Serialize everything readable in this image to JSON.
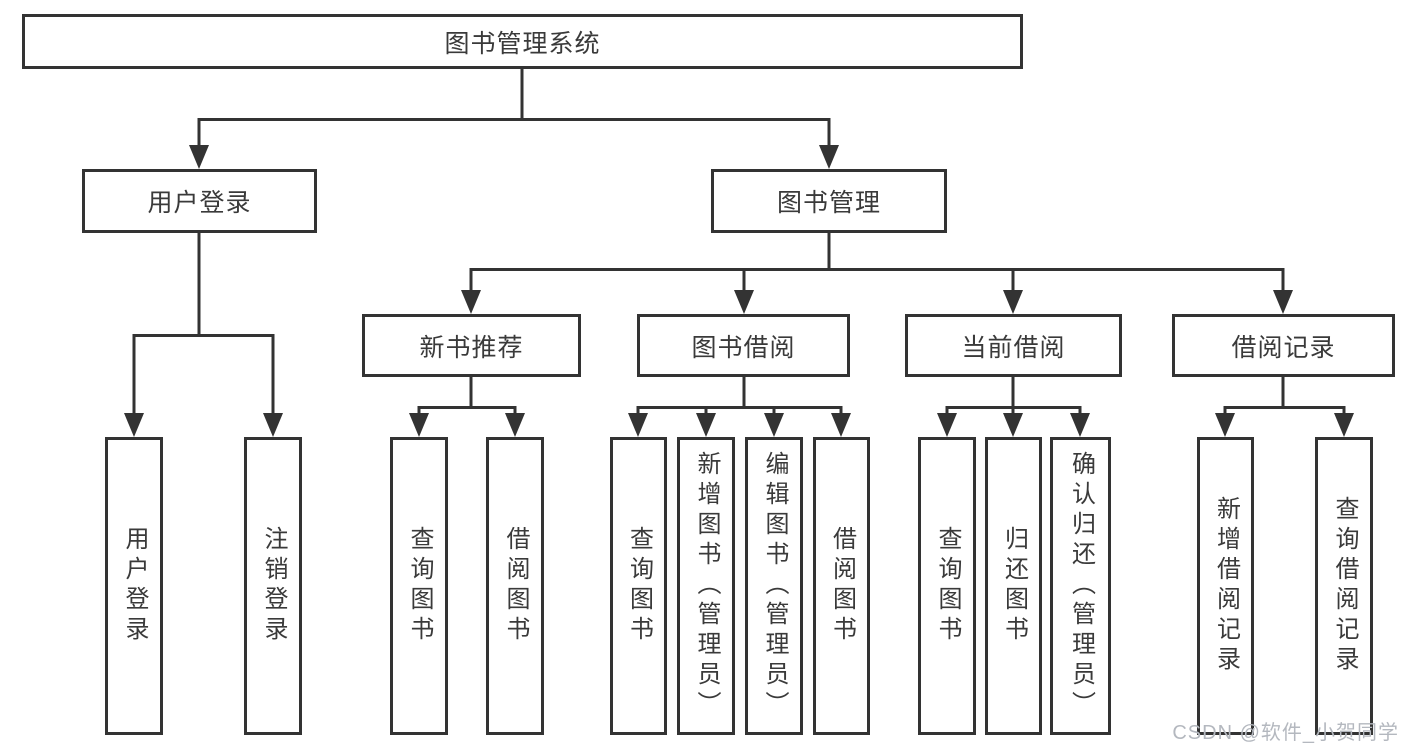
{
  "tree": {
    "label": "图书管理系统",
    "children": [
      {
        "label": "用户登录",
        "children": [
          {
            "label": "用户登录"
          },
          {
            "label": "注销登录"
          }
        ]
      },
      {
        "label": "图书管理",
        "children": [
          {
            "label": "新书推荐",
            "children": [
              {
                "label": "查询图书"
              },
              {
                "label": "借阅图书"
              }
            ]
          },
          {
            "label": "图书借阅",
            "children": [
              {
                "label": "查询图书"
              },
              {
                "label": "新增图书（管理员）"
              },
              {
                "label": "编辑图书（管理员）"
              },
              {
                "label": "借阅图书"
              }
            ]
          },
          {
            "label": "当前借阅",
            "children": [
              {
                "label": "查询图书"
              },
              {
                "label": "归还图书"
              },
              {
                "label": "确认归还（管理员）"
              }
            ]
          },
          {
            "label": "借阅记录",
            "children": [
              {
                "label": "新增借阅记录"
              },
              {
                "label": "查询借阅记录"
              }
            ]
          }
        ]
      }
    ]
  },
  "watermark": {
    "text": "CSDN @软件_小贺同学",
    "color": "#b4b8bf"
  },
  "colors": {
    "line": "#333333",
    "box_border": "#333333",
    "box_fill": "#ffffff",
    "background": "#ffffff",
    "text": "#3a3a3a"
  }
}
